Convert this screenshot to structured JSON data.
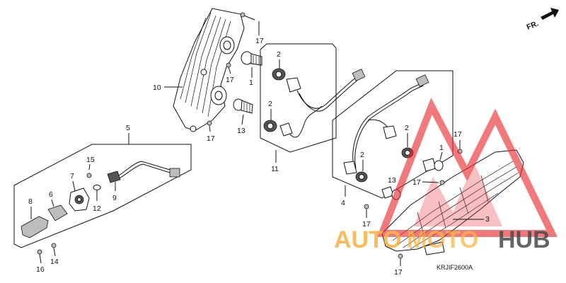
{
  "diagram": {
    "drawing_code": "KRJIF2600A",
    "direction_label": "FR.",
    "callouts": [
      "1",
      "2",
      "3",
      "4",
      "5",
      "6",
      "7",
      "8",
      "9",
      "10",
      "11",
      "12",
      "13",
      "14",
      "15",
      "16",
      "17"
    ]
  },
  "watermark": {
    "text_left": "AUTO",
    "text_mid": "MOTO",
    "text_right": "HUB",
    "color_primary": "#e8262b",
    "color_accent": "#f5a623",
    "color_dark": "#222222"
  }
}
